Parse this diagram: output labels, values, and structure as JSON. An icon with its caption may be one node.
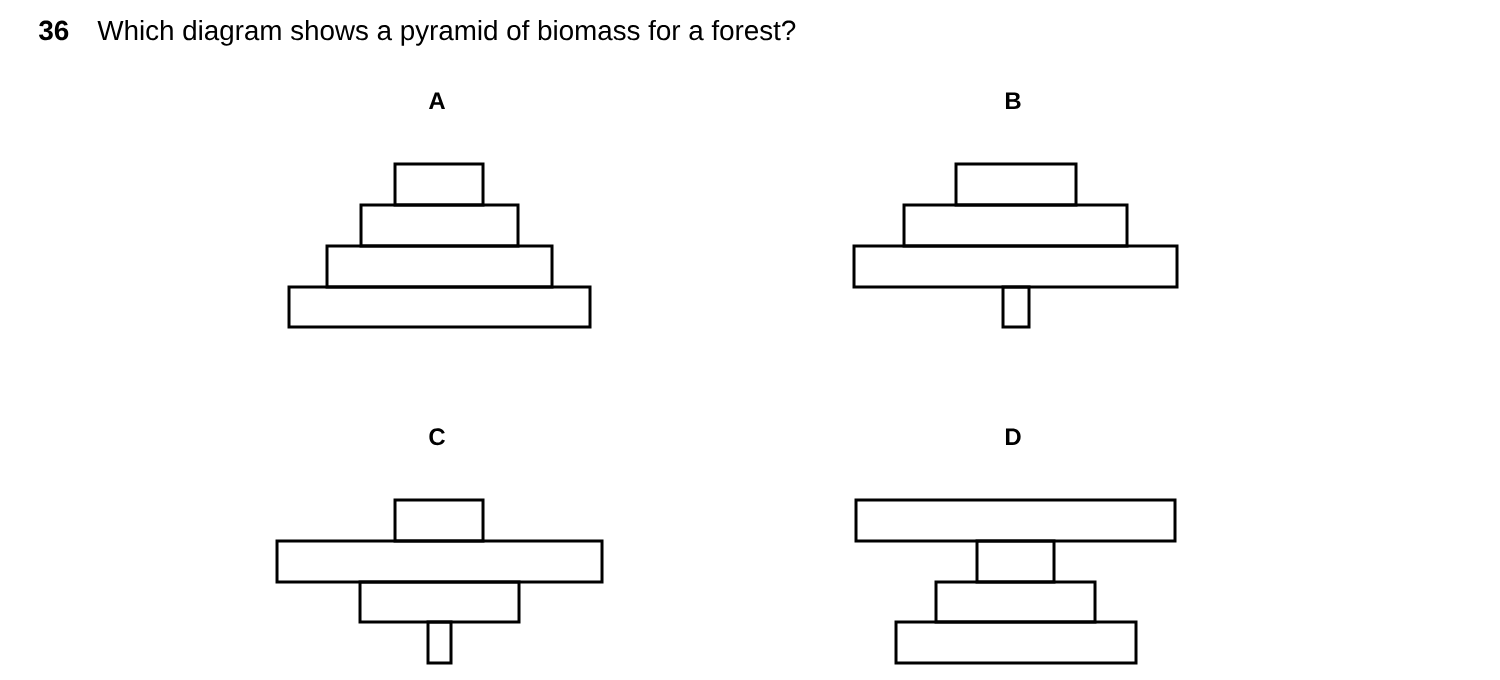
{
  "diagram": {
    "title": "Which diagram shows a pyramid of biomass for a forest?",
    "labels": [
      "36",
      "A",
      "B",
      "C",
      "D"
    ]
  }
}
